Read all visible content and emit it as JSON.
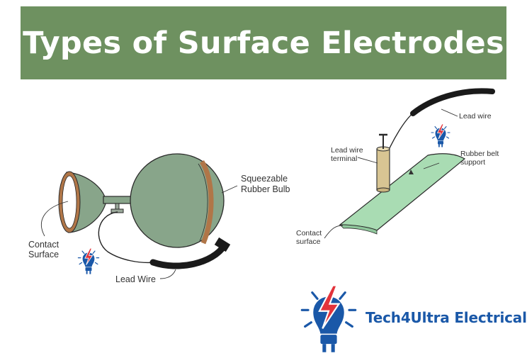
{
  "header": {
    "title": "Types of Surface Electrodes"
  },
  "suction_electrode": {
    "label_bulb_line1": "Squeezable",
    "label_bulb_line2": "Rubber Bulb",
    "label_contact_line1": "Contact",
    "label_contact_line2": "Surface",
    "label_lead": "Lead Wire"
  },
  "floating_electrode": {
    "label_lead": "Lead wire",
    "label_terminal_line1": "Lead wire",
    "label_terminal_line2": "terminal",
    "label_support_line1": "Rubber belt",
    "label_support_line2": "support",
    "label_contact_line1": "Contact",
    "label_contact_line2": "surface"
  },
  "branding": {
    "name": "Tech4Ultra Electrical"
  },
  "colors": {
    "banner": "#6e9160",
    "bulb": "#88a58a",
    "rim": "#b07648",
    "belt": "#a9dcb3",
    "terminal": "#d8c593",
    "brand_blue": "#1a58a8",
    "bolt_red": "#e2333b"
  }
}
